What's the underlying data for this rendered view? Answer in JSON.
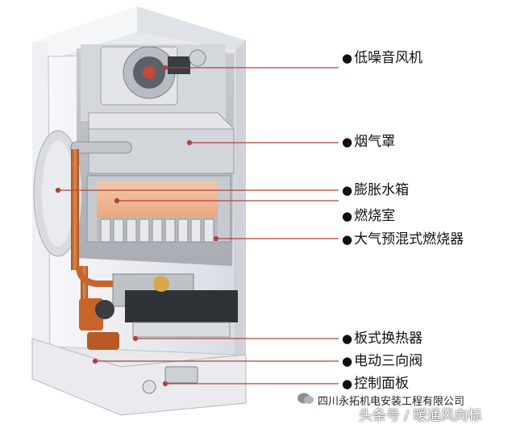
{
  "labels": [
    {
      "bullet": "●",
      "text": "低噪音风机"
    },
    {
      "bullet": "●",
      "text": "烟气罩"
    },
    {
      "bullet": "●",
      "text": "膨胀水箱"
    },
    {
      "bullet": "●",
      "text": "燃烧室"
    },
    {
      "bullet": "●",
      "text": "大气预混式燃烧器"
    },
    {
      "bullet": "●",
      "text": "板式换热器"
    },
    {
      "bullet": "●",
      "text": "电动三向阀"
    },
    {
      "bullet": "●",
      "text": "控制面板"
    }
  ],
  "watermark": {
    "company": "四川永拓机电安装工程有限公司",
    "source": "头条号 / 暖通风向标"
  },
  "colors": {
    "leader_line": "#b3403f",
    "casing": "#eef0f3",
    "copper": "#c8642a"
  }
}
